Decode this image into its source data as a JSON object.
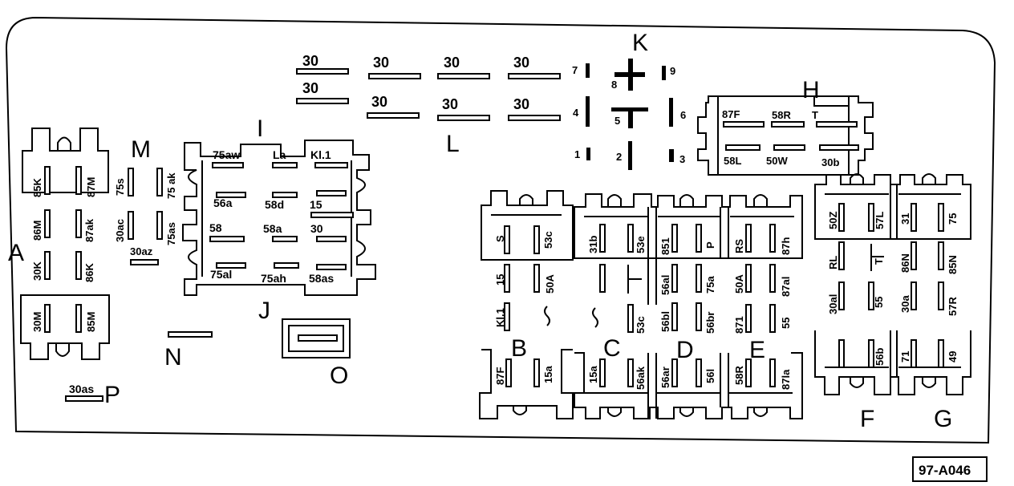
{
  "reference_code": "97-A046",
  "block_letters": {
    "A": "A",
    "B": "B",
    "C": "C",
    "D": "D",
    "E": "E",
    "F": "F",
    "G": "G",
    "H": "H",
    "I": "I",
    "J": "J",
    "K": "K",
    "L": "L",
    "M": "M",
    "N": "N",
    "O": "O",
    "P": "P"
  },
  "top_30_labels": [
    "30",
    "30",
    "30",
    "30",
    "30",
    "30",
    "30",
    "30"
  ],
  "k_pins": [
    "7",
    "8",
    "9",
    "4",
    "5",
    "6",
    "1",
    "2",
    "3"
  ],
  "relay_a": [
    "85K",
    "87M",
    "86M",
    "87ak",
    "30K",
    "86K",
    "30M",
    "85M"
  ],
  "relay_m": [
    "75s",
    "75 ak",
    "30ac",
    "75as",
    "30az"
  ],
  "relay_ij": [
    "75aw",
    "La",
    "Kl.1",
    "56a",
    "58d",
    "15",
    "58",
    "58a",
    "30",
    "75al",
    "75ah",
    "58as"
  ],
  "relay_h": [
    "87F",
    "58R",
    "T",
    "58L",
    "50W",
    "30b"
  ],
  "relay_b": [
    "S",
    "53c",
    "15",
    "50A",
    "Kl.1",
    "87F",
    "15a"
  ],
  "relay_c": [
    "31b",
    "53e",
    "53c",
    "15a",
    "56ak"
  ],
  "relay_d": [
    "851",
    "P",
    "56al",
    "75a",
    "56bl",
    "56br",
    "56ar",
    "56l"
  ],
  "relay_e": [
    "RS",
    "87h",
    "50A",
    "87al",
    "871",
    "55",
    "58R",
    "87la"
  ],
  "relay_fg": [
    "50Z",
    "57L",
    "31",
    "75",
    "RL",
    "T",
    "86N",
    "85N",
    "30al",
    "55",
    "30a",
    "57R",
    "56b",
    "71",
    "49"
  ],
  "p_label": "30as",
  "colors": {
    "ink": "#000000",
    "paper": "#ffffff"
  }
}
